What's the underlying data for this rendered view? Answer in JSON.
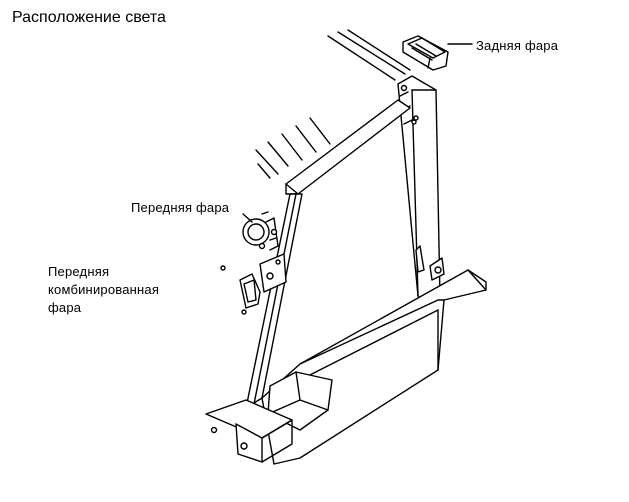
{
  "title": "Расположение света",
  "labels": {
    "rear_lamp": "Задняя фара",
    "front_lamp": "Передняя фара",
    "front_combination_lamp": [
      "Передняя",
      "комбинированная",
      "фара"
    ]
  }
}
